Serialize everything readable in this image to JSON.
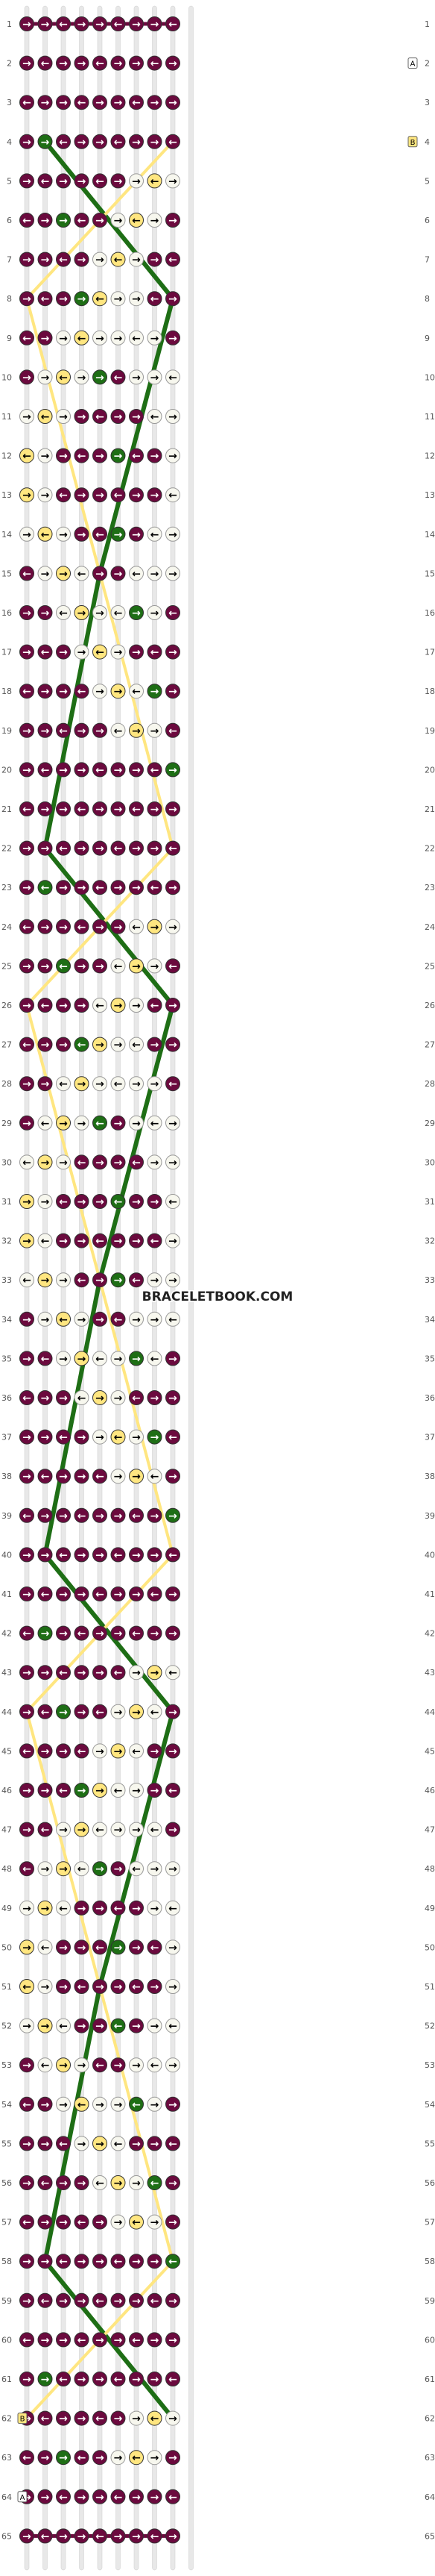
{
  "watermark": "BRACELETBOOK.COM",
  "colors": {
    "background": "#ffffff",
    "thread_top": "#e8e8e8",
    "grid_line": "#cccccc",
    "label": "#555555",
    "strands": {
      "purple": "#6b0a3e",
      "green": "#1e6e15",
      "yellow": "#ffe680",
      "white": "#f7f7ee"
    }
  },
  "pattern": {
    "type": "alpha",
    "rows": 65,
    "columns": 9,
    "strand_labels": [
      "A",
      "B"
    ],
    "label_rows": {
      "2": {
        "side": "right",
        "letter": "A"
      },
      "4": {
        "side": "right",
        "letter": "B"
      },
      "62": {
        "side": "left",
        "letter": "B"
      },
      "64": {
        "side": "left",
        "letter": "A"
      }
    },
    "background_color": "purple"
  }
}
